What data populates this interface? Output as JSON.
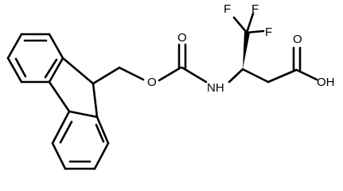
{
  "atoms": {
    "f_top_left": "F",
    "f_top_right": "F",
    "f_right": "F",
    "carbonyl_oxygen_carbamate": "O",
    "ester_oxygen": "O",
    "amine": "NH",
    "acid_carbonyl_oxygen": "O",
    "acid_hydroxyl": "OH"
  }
}
